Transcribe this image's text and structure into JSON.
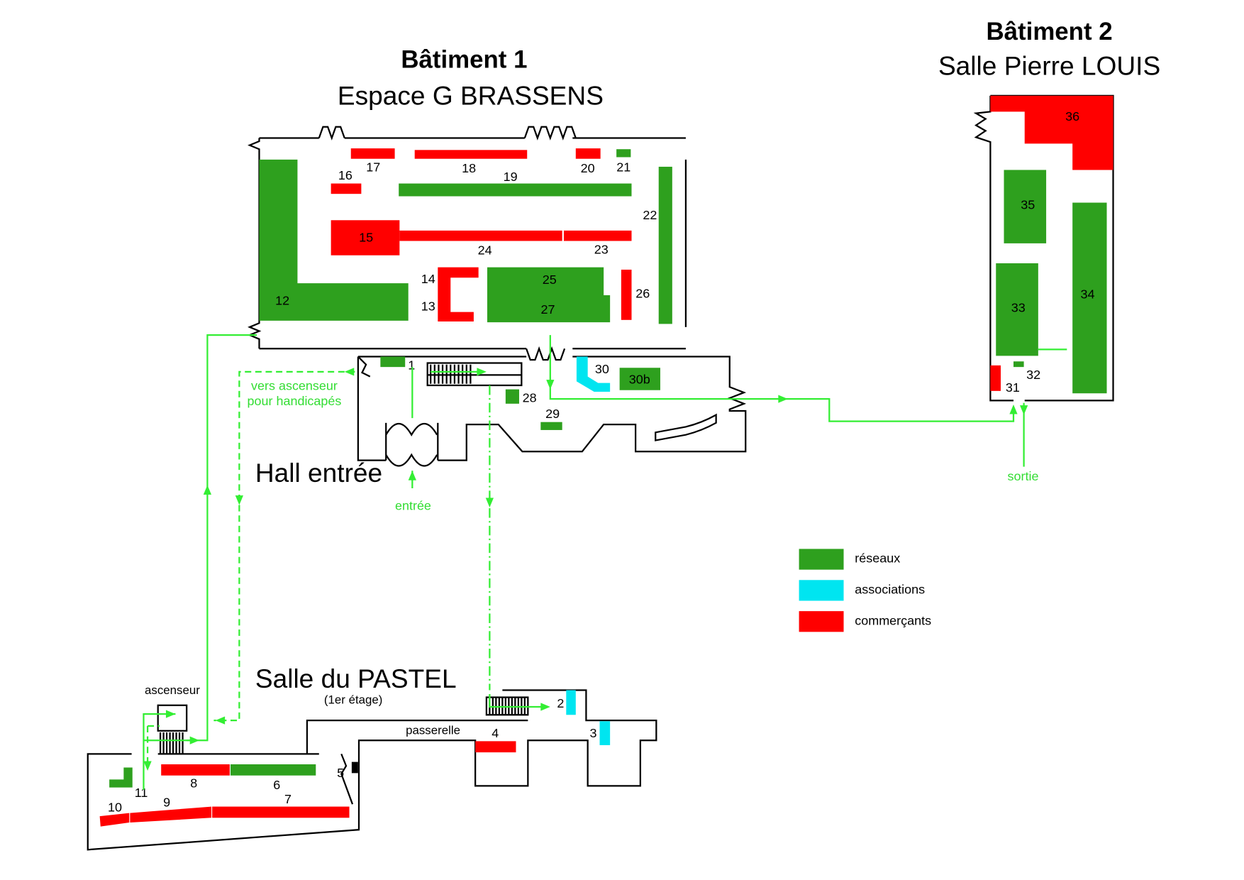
{
  "building1": {
    "title": "Bâtiment 1",
    "subtitle": "Espace G BRASSENS"
  },
  "building2": {
    "title": "Bâtiment 2",
    "subtitle": "Salle Pierre LOUIS"
  },
  "hall": {
    "title": "Hall entrée",
    "entrance": "entrée",
    "elevator_note_1": "vers ascenseur",
    "elevator_note_2": "pour handicapés"
  },
  "pastel": {
    "title": "Salle du PASTEL",
    "floor": "(1er étage)",
    "elevator": "ascenseur",
    "walkway": "passerelle"
  },
  "exit_label": "sortie",
  "legend": [
    {
      "label": "réseaux",
      "color": "#2ea01e"
    },
    {
      "label": "associations",
      "color": "#00e5f0"
    },
    {
      "label": "commerçants",
      "color": "#ff0000"
    }
  ],
  "stands": {
    "s1": "1",
    "s2": "2",
    "s3": "3",
    "s4": "4",
    "s5": "5",
    "s6": "6",
    "s7": "7",
    "s8": "8",
    "s9": "9",
    "s10": "10",
    "s11": "11",
    "s12": "12",
    "s13": "13",
    "s14": "14",
    "s15": "15",
    "s16": "16",
    "s17": "17",
    "s18": "18",
    "s19": "19",
    "s20": "20",
    "s21": "21",
    "s22": "22",
    "s23": "23",
    "s24": "24",
    "s25": "25",
    "s26": "26",
    "s27": "27",
    "s28": "28",
    "s29": "29",
    "s30": "30",
    "s30b": "30b",
    "s31": "31",
    "s32": "32",
    "s33": "33",
    "s34": "34",
    "s35": "35",
    "s36": "36"
  }
}
